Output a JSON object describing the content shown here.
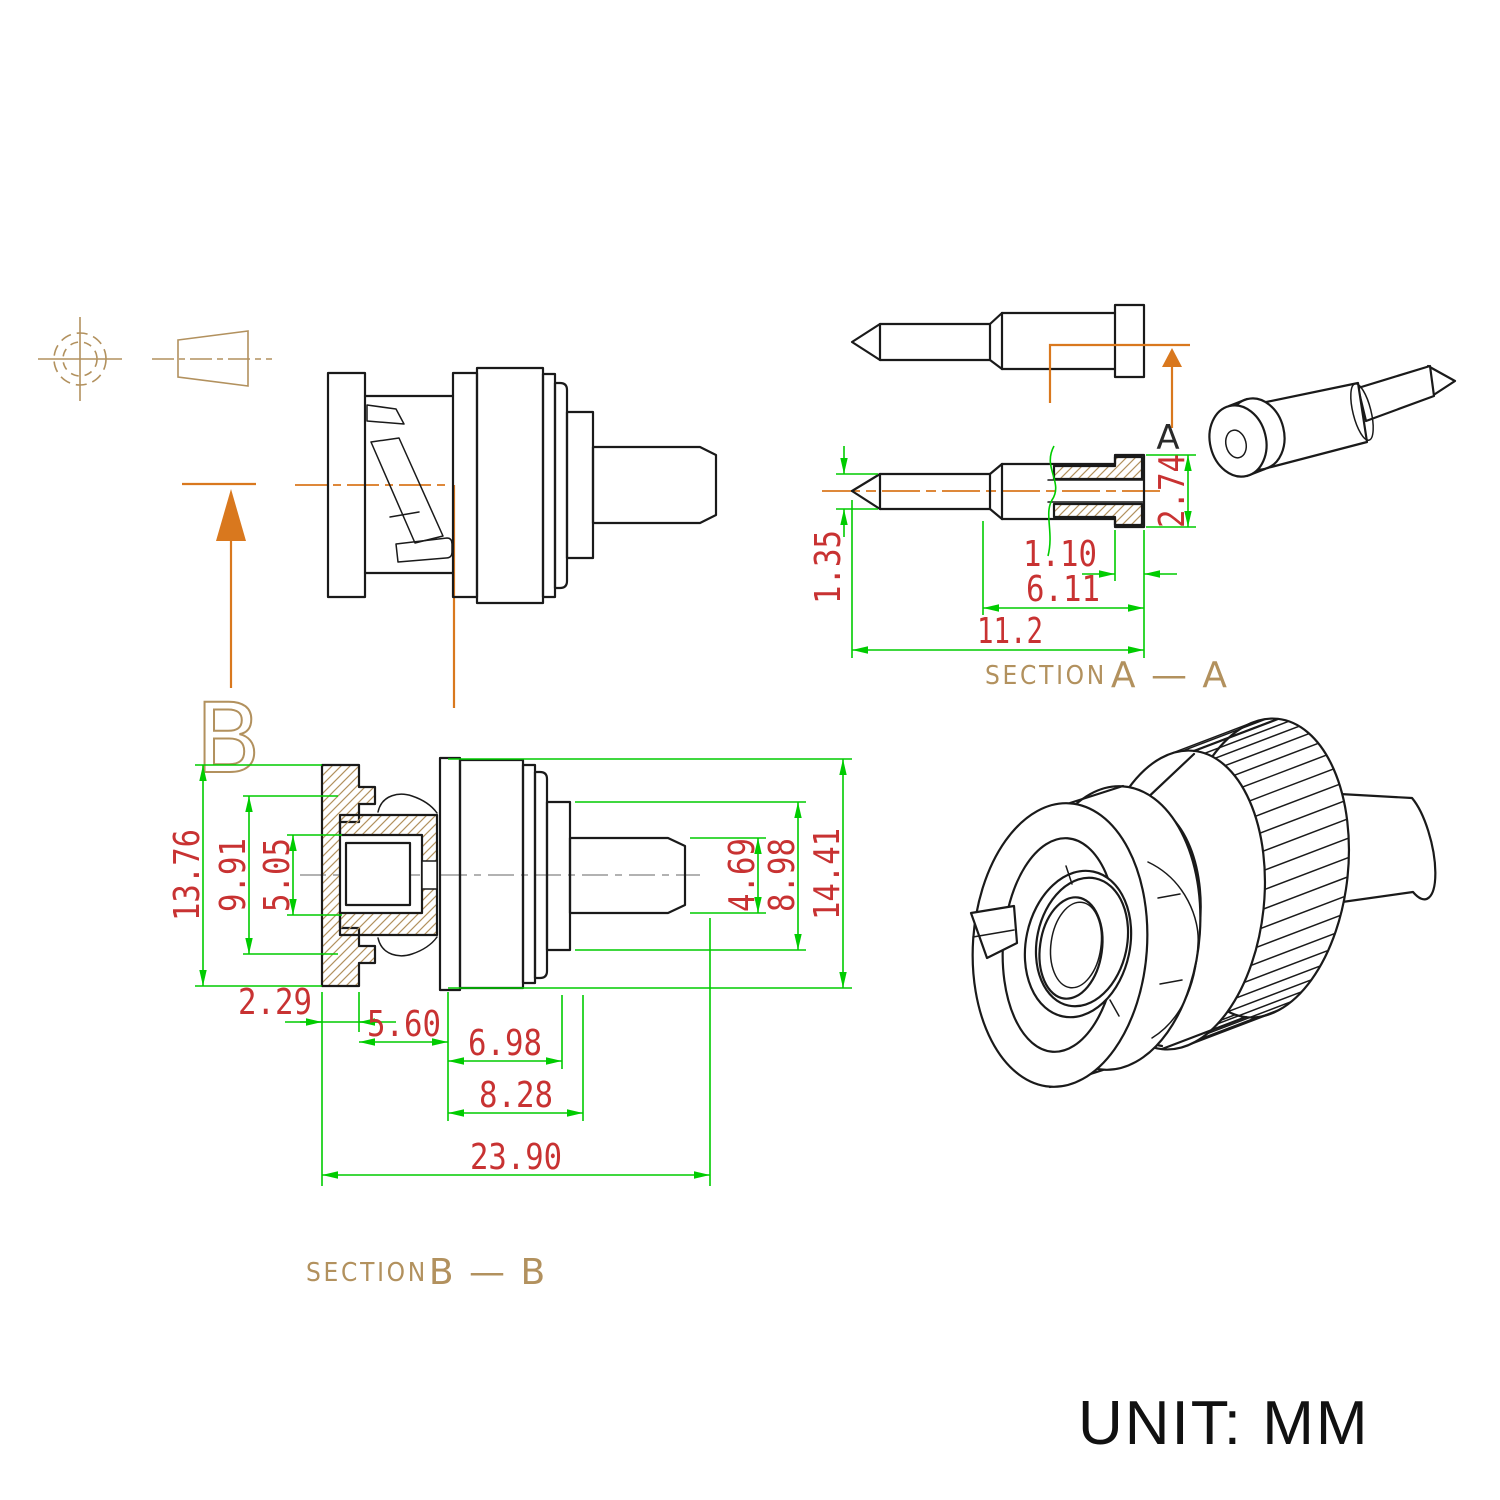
{
  "unit_label": "UNIT: MM",
  "colors": {
    "outline": "#1a1a1a",
    "dim-line": "#00cc00",
    "dim-text": "#c83232",
    "label": "#b2915e",
    "centerline": "#d9781e",
    "hatch": "#b2915e",
    "midline": "#999999"
  },
  "views": {
    "section_aa": {
      "label_prefix": "SECTION",
      "label_name": "A — A",
      "cut_letter": "A",
      "dims": {
        "tip_dia": "1.35",
        "outer_dia": "2.74",
        "rim_length": "1.10",
        "barrel_length": "6.11",
        "overall_length": "11.2"
      }
    },
    "section_bb": {
      "label_prefix": "SECTION",
      "label_name": "B — B",
      "cut_letter": "B",
      "dims": {
        "flange_dia": "13.76",
        "ring_dia": "9.91",
        "bore_dia": "5.05",
        "flange_thk": "2.29",
        "front_len": "5.60",
        "mid_len": "6.98",
        "body_len": "8.28",
        "overall_len": "23.90",
        "shaft_dia": "4.69",
        "step_dia": "8.98",
        "body_dia": "14.41"
      }
    }
  }
}
